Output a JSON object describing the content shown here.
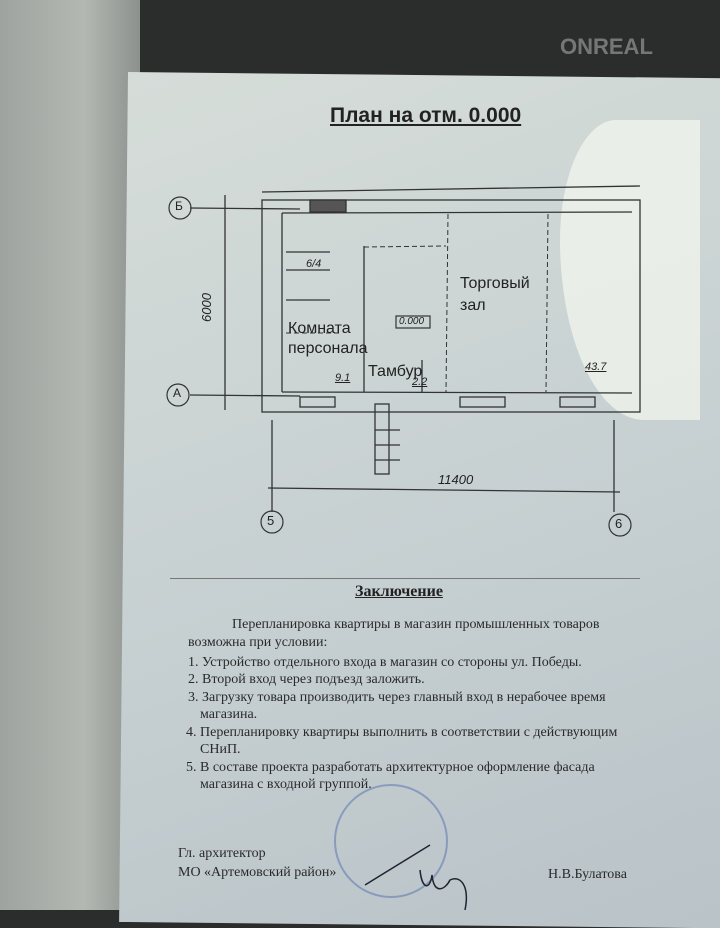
{
  "watermark": "ONREAL",
  "plan": {
    "title": "План на отм. 0.000",
    "axes": {
      "b": "Б",
      "a": "А",
      "five": "5",
      "six": "6"
    },
    "dim_vertical": "6000",
    "dim_horizontal": "11400",
    "rooms": {
      "staff": "Комната",
      "staff2": "персонала",
      "vestibule": "Тамбур",
      "hall": "Торговый",
      "hall2": "зал"
    },
    "areas": {
      "staff": "9.1",
      "vestibule": "2.2",
      "hall": "43.7",
      "wc": "6/4"
    },
    "level_mark": "0.000"
  },
  "conclusion": {
    "heading": "Заключение",
    "intro1": "Перепланировка квартиры в магазин промышленных товаров",
    "intro2": "возможна при условии:",
    "items": [
      "1. Устройство отдельного входа в магазин со стороны ул. Победы.",
      "2. Второй вход через подъезд заложить.",
      "3. Загрузку товара производить через главный вход в нерабочее время",
      "магазина.",
      "4. Перепланировку квартиры выполнить в соответствии с действующим",
      "СНиП.",
      "5. В составе проекта разработать архитектурное оформление фасада",
      "магазина с входной группой."
    ]
  },
  "signature": {
    "role1": "Гл. архитектор",
    "role2": "МО «Артемовский район»",
    "name": "Н.В.Булатова"
  }
}
